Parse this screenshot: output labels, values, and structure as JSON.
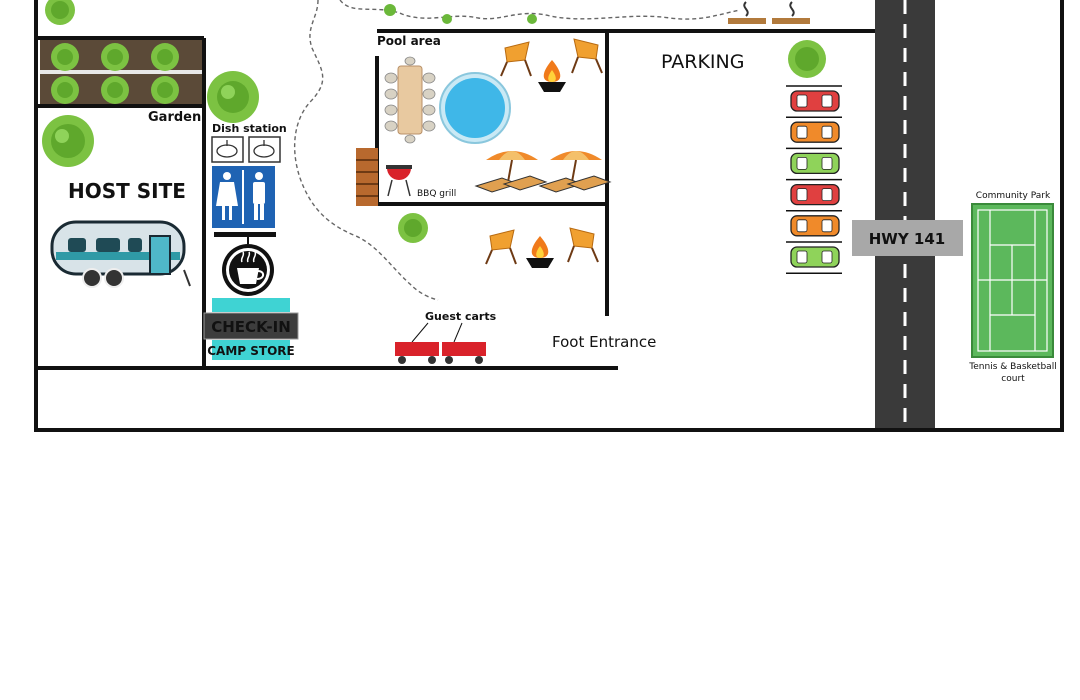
{
  "labels": {
    "garden": "Garden",
    "host_site": "HOST SITE",
    "dish_station": "Dish station",
    "check_in": "CHECK-IN",
    "camp_store": "CAMP STORE",
    "pool_area": "Pool area",
    "bbq_grill": "BBQ grill",
    "parking": "PARKING",
    "guest_carts": "Guest carts",
    "foot_entrance": "Foot Entrance",
    "highway": "HWY 141",
    "community_park": "Community Park",
    "court_line1": "Tennis & Basketball",
    "court_line2": "court"
  },
  "colors": {
    "wall": "#111111",
    "tree": "#7cc242",
    "tree_dark": "#4d9a1f",
    "road": "#3a3a3a",
    "pool": "#3fb7e8",
    "highway_sign": "#a8a8a8",
    "court": "#5cb85c",
    "store_accent": "#3fd3d3",
    "restroom_sign": "#1f63b3",
    "cart_red": "#d9222a"
  },
  "icons": {
    "trailer": "camper-trailer-icon",
    "restroom": "restroom-sign-icon",
    "coffee": "coffee-cup-sign-icon",
    "pool": "swimming-pool-icon",
    "firepit": "fire-pit-icon",
    "grill": "bbq-grill-icon",
    "car": "parked-car-icon",
    "tree": "tree-icon"
  }
}
